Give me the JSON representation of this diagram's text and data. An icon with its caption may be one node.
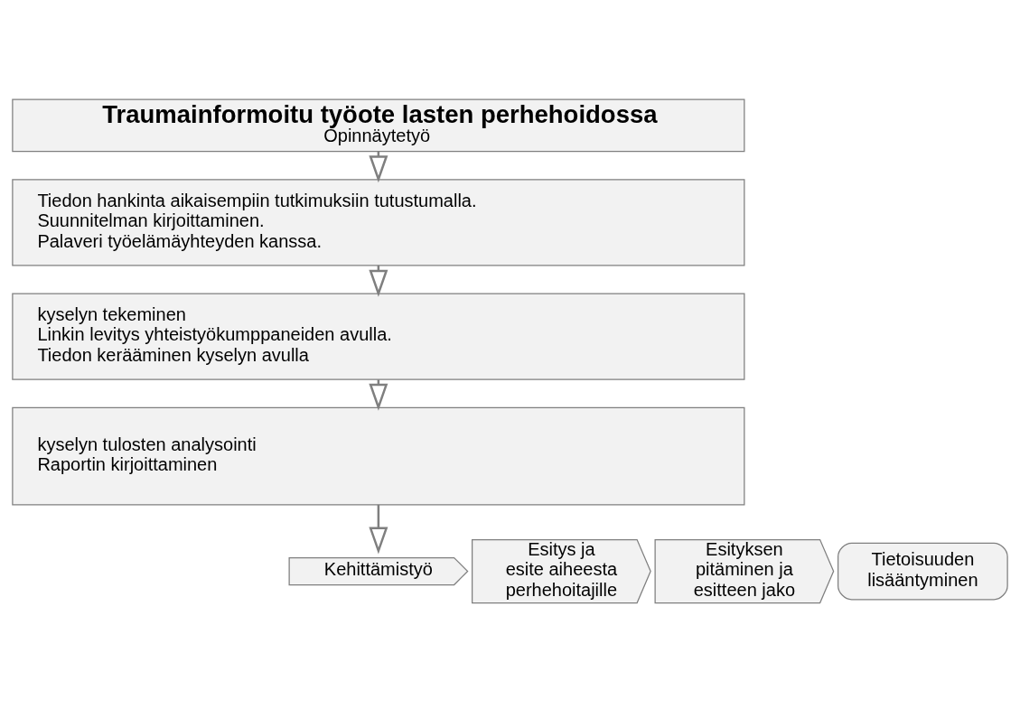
{
  "diagram": {
    "nodes": [
      {
        "text": [
          "Traumainformoitu työote lasten perhehoidossa",
          "Opinnäytetyö"
        ]
      },
      {
        "text": [
          "Tiedon hankinta aikaisempiin tutkimuksiin tutustumalla.",
          "Suunnitelman kirjoittaminen.",
          "Palaveri työelämäyhteyden kanssa."
        ]
      },
      {
        "text": [
          "kyselyn tekeminen",
          "Linkin levitys yhteistyökumppaneiden avulla.",
          "Tiedon kerääminen kyselyn avulla"
        ]
      },
      {
        "text": [
          "kyselyn tulosten analysointi",
          "Raportin kirjoittaminen"
        ]
      },
      {
        "text": [
          "Kehittämistyö"
        ]
      },
      {
        "text": [
          "Esitys ja esite aiheesta perhehoitajille"
        ]
      },
      {
        "text": [
          "Esityksen pitäminen ja esitteen jako"
        ]
      },
      {
        "text": [
          "Tietoisuuden lisääntyminen"
        ]
      }
    ],
    "edges": [
      {
        "from": 0,
        "to": 1,
        "arrow": "to"
      },
      {
        "from": 1,
        "to": 2,
        "arrow": "to"
      },
      {
        "from": 2,
        "to": 3,
        "arrow": "to"
      },
      {
        "from": 3,
        "to": 4,
        "arrow": "to"
      }
    ]
  }
}
